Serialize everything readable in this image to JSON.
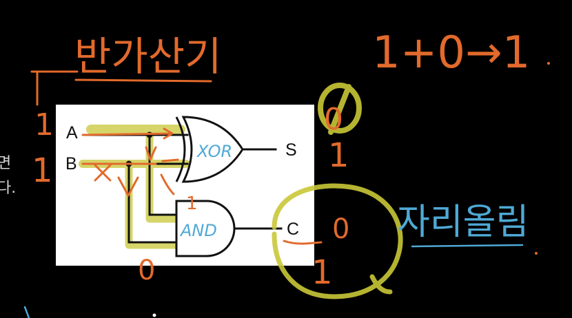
{
  "slide": {
    "side_text": [
      "면",
      "다."
    ]
  },
  "circuit": {
    "inputs": {
      "a": "A",
      "b": "B"
    },
    "outputs": {
      "s": "S",
      "c": "C"
    },
    "gates": {
      "xor": "XOR",
      "and": "AND"
    }
  },
  "annotations": {
    "title_korean": "반가산기",
    "top_right_equation": "1+0→1",
    "value_a": "1",
    "value_b": "1",
    "and_input_value": "1",
    "and_bottom_value": "0",
    "sum_zero": "0",
    "sum_one": "1",
    "carry_zero": "0",
    "carry_one": "1",
    "carry_label": "자리올림"
  },
  "colors": {
    "background": "#000000",
    "panel": "#FFFFFF",
    "orange_ink": "#E26A2C",
    "yellow_ink": "#C9C837",
    "blue_ink": "#4FA9D6",
    "gate_stroke": "#111111"
  }
}
